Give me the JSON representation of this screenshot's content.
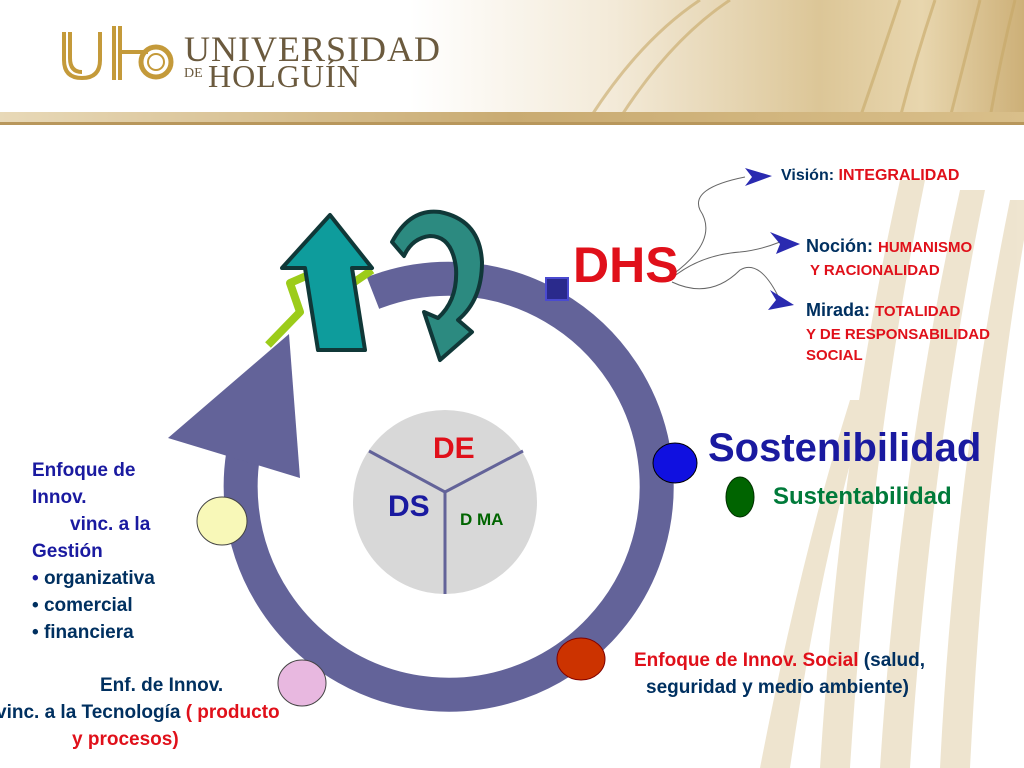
{
  "header": {
    "logo_mark": "UHo",
    "university_line1": "UNIVERSIDAD",
    "university_line2_prefix": "DE",
    "university_line2": "HOLGUÍN"
  },
  "diagram": {
    "center": {
      "de": "DE",
      "ds": "DS",
      "dma": "D MA"
    },
    "dhs": "DHS",
    "sostenibilidad": "Sostenibilidad",
    "sustentabilidad": "Sustentabilidad",
    "vision": {
      "label": "Visión: ",
      "value": "INTEGRALIDAD"
    },
    "nocion": {
      "label": "Noción: ",
      "value1": "HUMANISMO",
      "value2": "Y RACIONALIDAD"
    },
    "mirada": {
      "label": "Mirada: ",
      "value1": "TOTALIDAD",
      "value2": "Y DE RESPONSABILIDAD",
      "value3": "SOCIAL"
    },
    "gestion": {
      "line1": "Enfoque de",
      "line2": "Innov.",
      "line3": "vinc.  a la",
      "line4": "Gestión",
      "bullets": [
        "organizativa",
        "comercial",
        "financiera"
      ]
    },
    "tecnologia": {
      "line1": "Enf. de Innov.",
      "line2a": "vinc.  a la Tecnología ",
      "line2b": "( producto",
      "line3": "y procesos)"
    },
    "social": {
      "line1a": "Enfoque de Innov. Social",
      "line1b": " (salud,",
      "line2": "seguridad  y medio ambiente)"
    }
  },
  "colors": {
    "ring": "#636399",
    "arrow_teal": "#0e9c9c",
    "red": "#e0101a",
    "blue": "#1a1aa0",
    "green": "#006400",
    "teal_text": "#007a6a",
    "lime": "#9ccc1a"
  }
}
